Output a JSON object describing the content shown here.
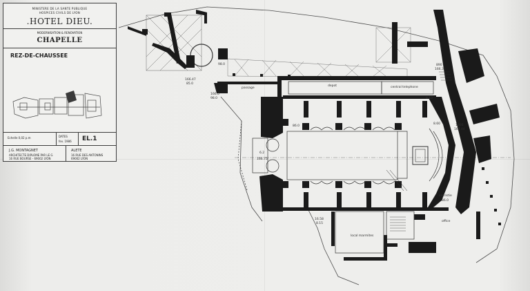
{
  "cartouche": {
    "ministry": "MINISTERE DE LA SANTE PUBLIQUE",
    "hospices": "HOSPICES CIVILS DE LYON",
    "title": ".HOTEL DIEU.",
    "modernization": "MODERNISATION & RENOVATION",
    "chapel": "CHAPELLE",
    "level": "REZ-DE-CHAUSSEE",
    "scale": "Echelle 0,02 p.m",
    "date_label": "DATES",
    "date_value": "fev. 1986",
    "sheet_number": "EL.1",
    "architect": "J.G. MONTAGNET",
    "architect_addr1": "ARCHITECTE DIPLOME PAR LE G",
    "architect_addr2": "16 RUE BOURSE - 69002 LYON",
    "bureau": "ALETE",
    "bureau_addr1": "16 RUE DES ANTONINS",
    "bureau_addr2": "69002 LYON"
  },
  "plan_labels": {
    "passage": "passage",
    "depot": "depot",
    "central": "central telephone",
    "loc_marmites": "local marmites",
    "office": "office",
    "sacristie": "sacristie",
    "sacristie_area": "86.0",
    "nef_area": "86.0",
    "entry_area": "6.2",
    "entry_code": "166.75",
    "tl_level": "166.47",
    "tl_code": "85.0",
    "stair_level": "166.0",
    "stair_code": "98.0",
    "right_level1": "890",
    "right_level2": "166.34",
    "right_code": "8.13",
    "mid_level": "1000",
    "mid_code": "167.44",
    "apse_code": "8.60",
    "bottom_level": "16.58",
    "bottom_code": "8.15",
    "top_code": "98.0"
  }
}
